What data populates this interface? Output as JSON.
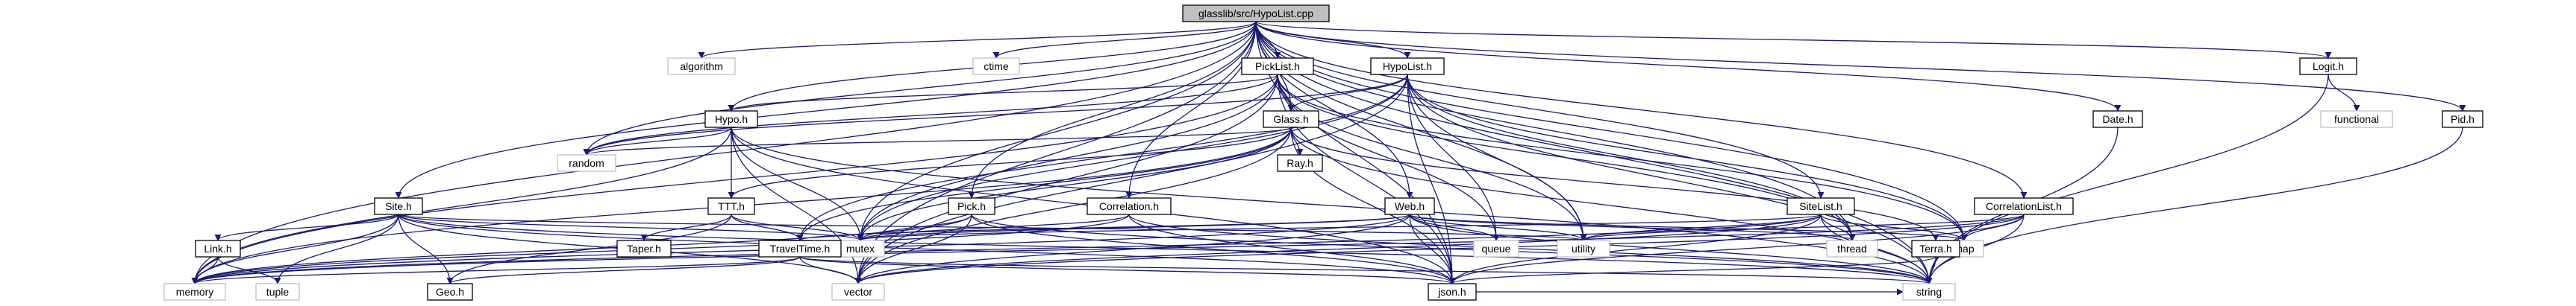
{
  "title": "glasslib/src/HypoList.cpp",
  "colors": {
    "edge": "#191970",
    "root_fill": "#bfbfbf",
    "node_border": "#000000",
    "external_border": "#bfbfbf"
  },
  "nodes": [
    {
      "id": "root",
      "label": "glasslib/src/HypoList.cpp",
      "kind": "root"
    },
    {
      "id": "algorithm",
      "label": "algorithm",
      "kind": "external"
    },
    {
      "id": "ctime",
      "label": "ctime",
      "kind": "external"
    },
    {
      "id": "picklist",
      "label": "PickList.h",
      "kind": "internal"
    },
    {
      "id": "hypolist",
      "label": "HypoList.h",
      "kind": "internal"
    },
    {
      "id": "logit",
      "label": "Logit.h",
      "kind": "internal"
    },
    {
      "id": "functional",
      "label": "functional",
      "kind": "external"
    },
    {
      "id": "date",
      "label": "Date.h",
      "kind": "internal"
    },
    {
      "id": "pid",
      "label": "Pid.h",
      "kind": "internal"
    },
    {
      "id": "hypo",
      "label": "Hypo.h",
      "kind": "internal"
    },
    {
      "id": "glass",
      "label": "Glass.h",
      "kind": "internal"
    },
    {
      "id": "random",
      "label": "random",
      "kind": "external"
    },
    {
      "id": "ray",
      "label": "Ray.h",
      "kind": "internal"
    },
    {
      "id": "site",
      "label": "Site.h",
      "kind": "internal"
    },
    {
      "id": "ttt",
      "label": "TTT.h",
      "kind": "internal"
    },
    {
      "id": "pick",
      "label": "Pick.h",
      "kind": "internal"
    },
    {
      "id": "correlation",
      "label": "Correlation.h",
      "kind": "internal"
    },
    {
      "id": "web",
      "label": "Web.h",
      "kind": "internal"
    },
    {
      "id": "sitelist",
      "label": "SiteList.h",
      "kind": "internal"
    },
    {
      "id": "correlationlist",
      "label": "CorrelationList.h",
      "kind": "internal"
    },
    {
      "id": "link",
      "label": "Link.h",
      "kind": "internal"
    },
    {
      "id": "taper",
      "label": "Taper.h",
      "kind": "internal"
    },
    {
      "id": "mutex",
      "label": "mutex",
      "kind": "external"
    },
    {
      "id": "queue",
      "label": "queue",
      "kind": "external"
    },
    {
      "id": "utility",
      "label": "utility",
      "kind": "external"
    },
    {
      "id": "thread",
      "label": "thread",
      "kind": "external"
    },
    {
      "id": "map",
      "label": "map",
      "kind": "external"
    },
    {
      "id": "traveltime",
      "label": "TravelTime.h",
      "kind": "internal"
    },
    {
      "id": "terra",
      "label": "Terra.h",
      "kind": "internal"
    },
    {
      "id": "memory",
      "label": "memory",
      "kind": "external"
    },
    {
      "id": "tuple",
      "label": "tuple",
      "kind": "external"
    },
    {
      "id": "geo",
      "label": "Geo.h",
      "kind": "internal"
    },
    {
      "id": "vector",
      "label": "vector",
      "kind": "external"
    },
    {
      "id": "json",
      "label": "json.h",
      "kind": "internal"
    },
    {
      "id": "string",
      "label": "string",
      "kind": "external"
    }
  ],
  "edges": [
    [
      "root",
      "algorithm"
    ],
    [
      "root",
      "ctime"
    ],
    [
      "root",
      "picklist"
    ],
    [
      "root",
      "hypolist"
    ],
    [
      "root",
      "logit"
    ],
    [
      "root",
      "date"
    ],
    [
      "root",
      "pid"
    ],
    [
      "root",
      "hypo"
    ],
    [
      "root",
      "glass"
    ],
    [
      "root",
      "site"
    ],
    [
      "root",
      "pick"
    ],
    [
      "root",
      "correlation"
    ],
    [
      "root",
      "web"
    ],
    [
      "root",
      "sitelist"
    ],
    [
      "root",
      "correlationlist"
    ],
    [
      "root",
      "random"
    ],
    [
      "root",
      "memory"
    ],
    [
      "root",
      "vector"
    ],
    [
      "root",
      "json"
    ],
    [
      "root",
      "string"
    ],
    [
      "root",
      "mutex"
    ],
    [
      "root",
      "utility"
    ],
    [
      "root",
      "map"
    ],
    [
      "root",
      "thread"
    ],
    [
      "logit",
      "functional"
    ],
    [
      "logit",
      "string"
    ],
    [
      "date",
      "string"
    ],
    [
      "pid",
      "string"
    ],
    [
      "picklist",
      "glass"
    ],
    [
      "picklist",
      "hypo"
    ],
    [
      "picklist",
      "random"
    ],
    [
      "picklist",
      "memory"
    ],
    [
      "picklist",
      "json"
    ],
    [
      "picklist",
      "mutex"
    ],
    [
      "picklist",
      "utility"
    ],
    [
      "picklist",
      "thread"
    ],
    [
      "picklist",
      "map"
    ],
    [
      "picklist",
      "queue"
    ],
    [
      "picklist",
      "vector"
    ],
    [
      "hypolist",
      "glass"
    ],
    [
      "hypolist",
      "random"
    ],
    [
      "hypolist",
      "json"
    ],
    [
      "hypolist",
      "mutex"
    ],
    [
      "hypolist",
      "utility"
    ],
    [
      "hypolist",
      "thread"
    ],
    [
      "hypolist",
      "map"
    ],
    [
      "hypolist",
      "queue"
    ],
    [
      "hypolist",
      "vector"
    ],
    [
      "hypolist",
      "string"
    ],
    [
      "hypolist",
      "traveltime"
    ],
    [
      "hypo",
      "ttt"
    ],
    [
      "hypo",
      "random"
    ],
    [
      "hypo",
      "memory"
    ],
    [
      "hypo",
      "json"
    ],
    [
      "hypo",
      "mutex"
    ],
    [
      "hypo",
      "vector"
    ],
    [
      "hypo",
      "string"
    ],
    [
      "glass",
      "ray"
    ],
    [
      "glass",
      "ttt"
    ],
    [
      "glass",
      "traveltime"
    ],
    [
      "glass",
      "json"
    ],
    [
      "glass",
      "mutex"
    ],
    [
      "glass",
      "random"
    ],
    [
      "glass",
      "memory"
    ],
    [
      "glass",
      "string"
    ],
    [
      "glass",
      "terra"
    ],
    [
      "glass",
      "vector"
    ],
    [
      "site",
      "link"
    ],
    [
      "site",
      "geo"
    ],
    [
      "site",
      "memory"
    ],
    [
      "site",
      "tuple"
    ],
    [
      "site",
      "vector"
    ],
    [
      "site",
      "json"
    ],
    [
      "site",
      "mutex"
    ],
    [
      "site",
      "utility"
    ],
    [
      "site",
      "string"
    ],
    [
      "ttt",
      "taper"
    ],
    [
      "ttt",
      "traveltime"
    ],
    [
      "ttt",
      "geo"
    ],
    [
      "ttt",
      "mutex"
    ],
    [
      "pick",
      "memory"
    ],
    [
      "pick",
      "mutex"
    ],
    [
      "pick",
      "vector"
    ],
    [
      "pick",
      "json"
    ],
    [
      "pick",
      "string"
    ],
    [
      "correlation",
      "memory"
    ],
    [
      "correlation",
      "json"
    ],
    [
      "correlation",
      "mutex"
    ],
    [
      "correlation",
      "string"
    ],
    [
      "web",
      "mutex"
    ],
    [
      "web",
      "queue"
    ],
    [
      "web",
      "utility"
    ],
    [
      "web",
      "thread"
    ],
    [
      "web",
      "map"
    ],
    [
      "web",
      "vector"
    ],
    [
      "web",
      "json"
    ],
    [
      "web",
      "memory"
    ],
    [
      "web",
      "string"
    ],
    [
      "web",
      "traveltime"
    ],
    [
      "sitelist",
      "json"
    ],
    [
      "sitelist",
      "mutex"
    ],
    [
      "sitelist",
      "vector"
    ],
    [
      "sitelist",
      "thread"
    ],
    [
      "sitelist",
      "map"
    ],
    [
      "sitelist",
      "memory"
    ],
    [
      "sitelist",
      "string"
    ],
    [
      "sitelist",
      "utility"
    ],
    [
      "correlationlist",
      "json"
    ],
    [
      "correlationlist",
      "utility"
    ],
    [
      "correlationlist",
      "map"
    ],
    [
      "correlationlist",
      "vector"
    ],
    [
      "correlationlist",
      "memory"
    ],
    [
      "correlationlist",
      "string"
    ],
    [
      "link",
      "memory"
    ],
    [
      "link",
      "tuple"
    ],
    [
      "traveltime",
      "memory"
    ],
    [
      "traveltime",
      "vector"
    ],
    [
      "traveltime",
      "json"
    ],
    [
      "traveltime",
      "geo"
    ],
    [
      "traveltime",
      "string"
    ],
    [
      "terra",
      "string"
    ],
    [
      "terra",
      "json"
    ],
    [
      "json",
      "string"
    ]
  ]
}
